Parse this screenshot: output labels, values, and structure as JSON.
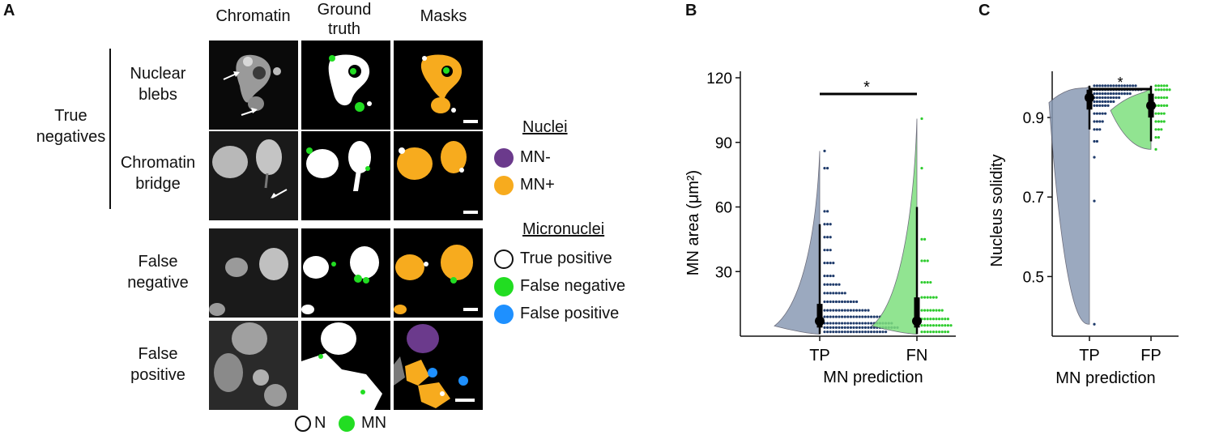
{
  "panel_labels": {
    "a": "A",
    "b": "B",
    "c": "C"
  },
  "panel_a": {
    "column_headers": [
      "Chromatin",
      "Ground truth",
      "Masks"
    ],
    "group_label": "True negatives",
    "row_labels": [
      "Nuclear blebs",
      "Chromatin bridge",
      "False negative",
      "False positive"
    ],
    "bottom_legend": {
      "n_label": "N",
      "mn_label": "MN"
    }
  },
  "legend": {
    "nuclei_title": "Nuclei",
    "nuclei_items": [
      {
        "label": "MN-",
        "color": "#6b3a8c"
      },
      {
        "label": "MN+",
        "color": "#f7ab1e"
      }
    ],
    "micronuclei_title": "Micronuclei",
    "micronuclei_items": [
      {
        "label": "True positive",
        "color": "#ffffff"
      },
      {
        "label": "False negative",
        "color": "#22dd22"
      },
      {
        "label": "False positive",
        "color": "#1e90ff"
      }
    ]
  },
  "chart_data": [
    {
      "type": "scatter",
      "subtype": "raincloud",
      "panel": "B",
      "categories": [
        "TP",
        "FN"
      ],
      "xlabel": "MN prediction",
      "ylabel": "MN area (μm²)",
      "ylim": [
        0,
        120
      ],
      "yticks": [
        30,
        60,
        90,
        120
      ],
      "significance": "*",
      "series": [
        {
          "category": "TP",
          "color": "#1f3b6b",
          "median": 7,
          "iqr": [
            4,
            15
          ],
          "whisker": [
            1,
            52
          ],
          "max": 86
        },
        {
          "category": "FN",
          "color": "#2ecc2e",
          "median": 7,
          "iqr": [
            4,
            18
          ],
          "whisker": [
            1,
            60
          ],
          "max": 101
        }
      ]
    },
    {
      "type": "scatter",
      "subtype": "raincloud",
      "panel": "C",
      "categories": [
        "TP",
        "FP"
      ],
      "xlabel": "MN prediction",
      "ylabel": "Nucleus solidity",
      "ylim": [
        0.35,
        1.0
      ],
      "yticks": [
        0.5,
        0.7,
        0.9
      ],
      "significance": "*",
      "series": [
        {
          "category": "TP",
          "color": "#1f3b6b",
          "median": 0.95,
          "iqr": [
            0.92,
            0.97
          ],
          "whisker": [
            0.87,
            0.98
          ],
          "min": 0.38
        },
        {
          "category": "FP",
          "color": "#2ecc2e",
          "median": 0.93,
          "iqr": [
            0.9,
            0.96
          ],
          "whisker": [
            0.84,
            0.98
          ],
          "min": 0.82
        }
      ]
    }
  ]
}
